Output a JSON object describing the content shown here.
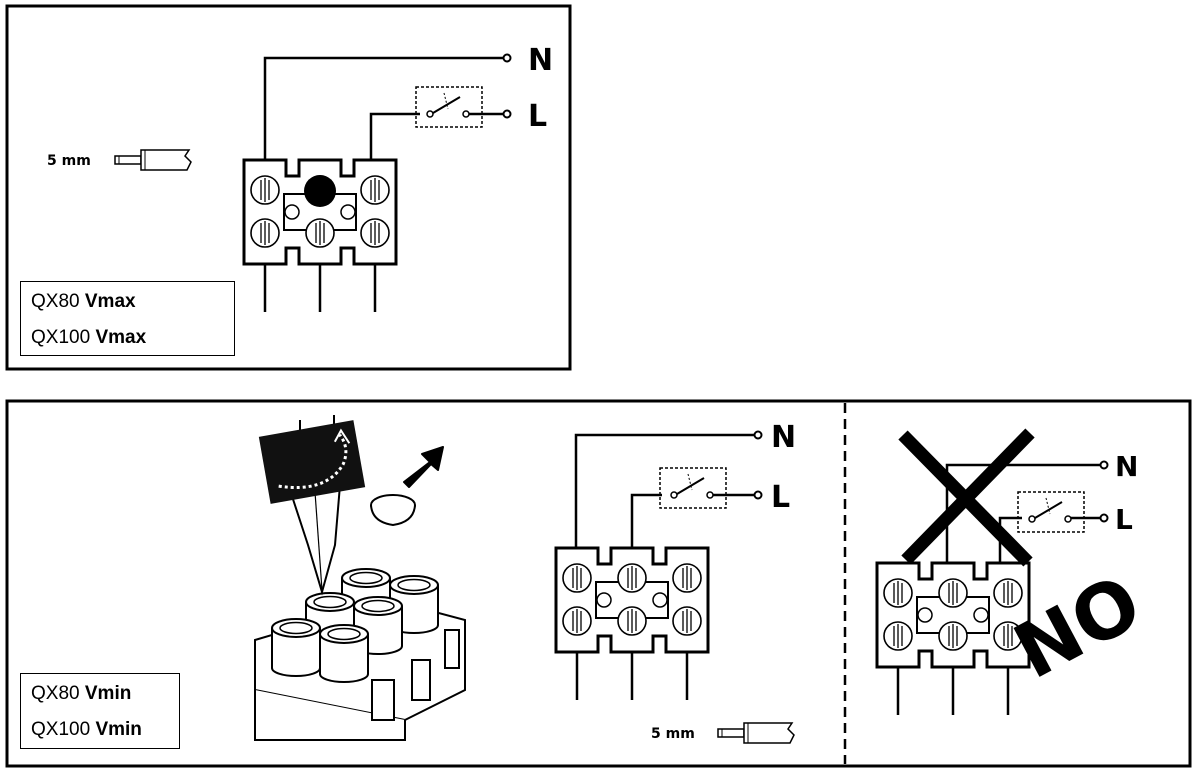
{
  "top": {
    "neutral_label": "N",
    "live_label": "L",
    "strip_length": "5 mm",
    "legend": [
      {
        "model": "QX80",
        "setting": "Vmax"
      },
      {
        "model": "QX100",
        "setting": "Vmax"
      }
    ]
  },
  "bottom": {
    "neutral_label": "N",
    "live_label": "L",
    "strip_length": "5 mm",
    "wrong_neutral_label": "N",
    "wrong_live_label": "L",
    "wrong_text": "NO",
    "legend": [
      {
        "model": "QX80",
        "setting": "Vmin"
      },
      {
        "model": "QX100",
        "setting": "Vmin"
      }
    ]
  }
}
